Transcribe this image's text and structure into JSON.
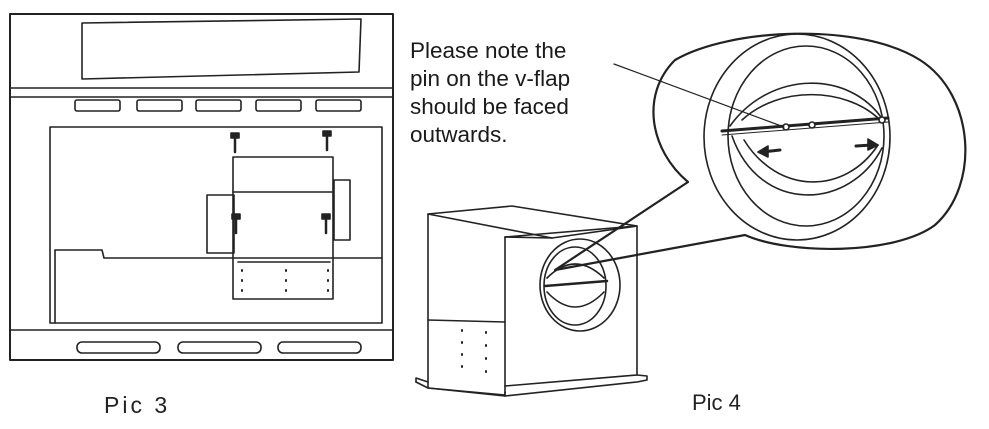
{
  "labels": {
    "pic3": "Pic 3",
    "pic4": "Pic 4"
  },
  "note": {
    "lines": [
      "Please note the",
      "pin on the v-flap",
      "should be faced",
      "outwards."
    ]
  },
  "colors": {
    "line": "#222222",
    "background": "#ffffff"
  }
}
